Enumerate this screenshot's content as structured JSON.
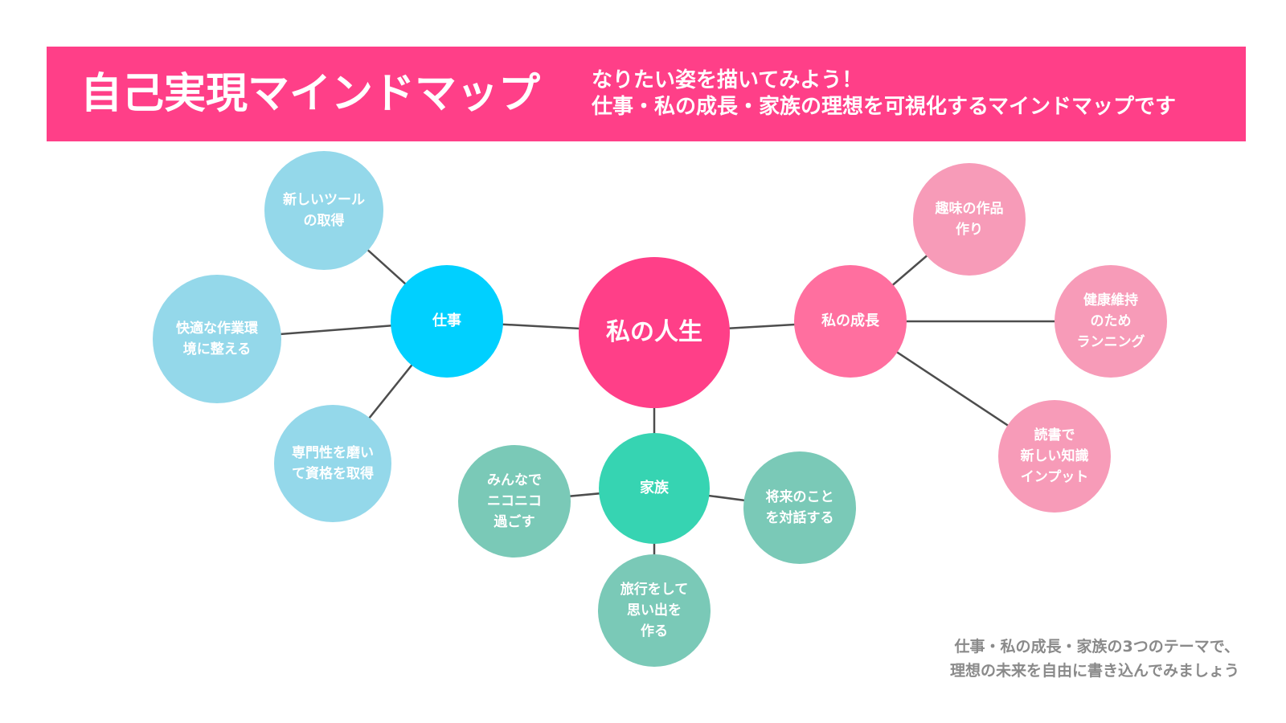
{
  "header": {
    "title": "自己実現マインドマップ",
    "subtitle_lines": [
      "なりたい姿を描いてみよう！",
      "仕事・私の成長・家族の理想を可視化するマインドマップです"
    ],
    "background_color": "#ff3f88"
  },
  "mindmap": {
    "center": {
      "label": "私の人生",
      "color": "#ff3f88"
    },
    "work": {
      "label": "仕事",
      "color": "#00d0ff",
      "leaf_color": "#94d8ea",
      "items": [
        "新しいツール\nの取得",
        "快適な作業環\n境に整える",
        "専門性を磨い\nて資格を取得"
      ]
    },
    "growth": {
      "label": "私の成長",
      "color": "#ff6f9f",
      "leaf_color": "#f79bb8",
      "items": [
        "趣味の作品\n作り",
        "健康維持\nのため\nランニング",
        "読書で\n新しい知識\nインプット"
      ]
    },
    "family": {
      "label": "家族",
      "color": "#36d4b2",
      "leaf_color": "#7ac9b7",
      "items": [
        "みんなで\nニコニコ\n過ごす",
        "旅行をして\n思い出を\n作る",
        "将来のこと\nを対話する"
      ]
    },
    "line_color": "#4d4d4d"
  },
  "footer": {
    "lines": [
      "仕事・私の成長・家族の3つのテーマで、",
      "理想の未来を自由に書き込んでみましょう"
    ]
  }
}
